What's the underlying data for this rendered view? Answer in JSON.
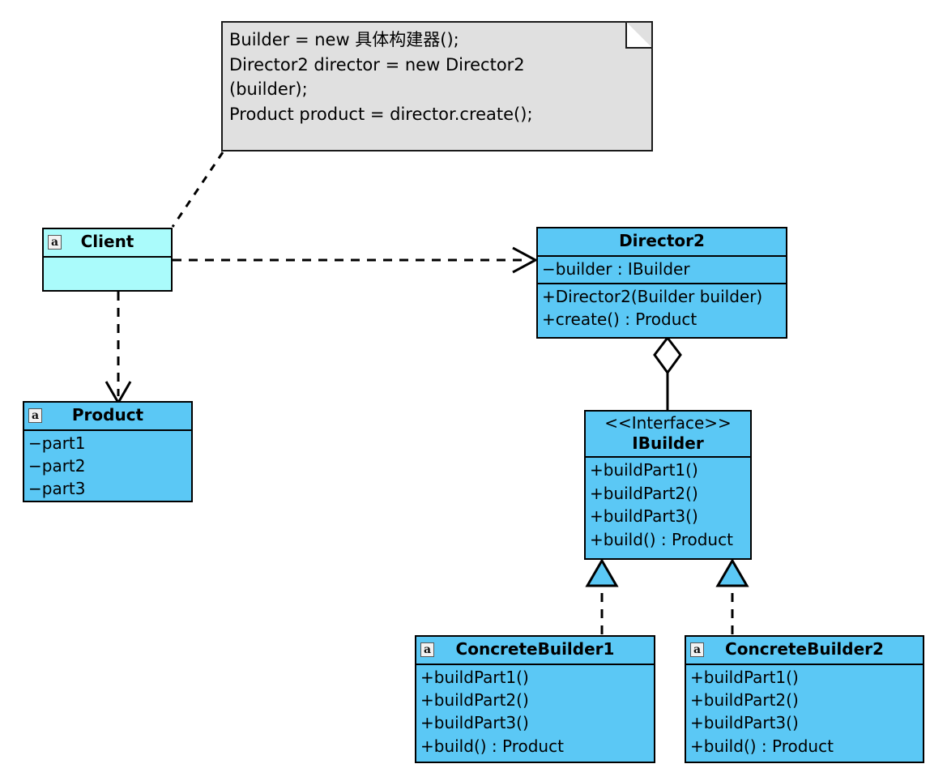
{
  "diagram": {
    "title": "Builder Pattern UML Class Diagram",
    "colors": {
      "class_fill": "#5BC8F5",
      "client_fill": "#AAFBFB",
      "note_fill": "#E0E0E0",
      "stroke": "#000000",
      "background": "#FFFFFF"
    },
    "note": {
      "text": "Builder = new 具体构建器();\nDirector2 director = new Director2\n(builder);\nProduct product = director.create();"
    },
    "classes": {
      "client": {
        "badge": "a",
        "name": "Client",
        "members": []
      },
      "product": {
        "badge": "a",
        "name": "Product",
        "attributes": [
          "−part1",
          "−part2",
          "−part3"
        ]
      },
      "director2": {
        "name": "Director2",
        "attributes": [
          "−builder : IBuilder"
        ],
        "operations": [
          "+Director2(Builder builder)",
          "+create() : Product"
        ]
      },
      "ibuilder": {
        "stereotype": "<<Interface>>",
        "name": "IBuilder",
        "operations": [
          "+buildPart1()",
          "+buildPart2()",
          "+buildPart3()",
          "+build() : Product"
        ]
      },
      "concrete_builder_1": {
        "badge": "a",
        "name": "ConcreteBuilder1",
        "operations": [
          "+buildPart1()",
          "+buildPart2()",
          "+buildPart3()",
          "+build() : Product"
        ]
      },
      "concrete_builder_2": {
        "badge": "a",
        "name": "ConcreteBuilder2",
        "operations": [
          "+buildPart1()",
          "+buildPart2()",
          "+buildPart3()",
          "+build() : Product"
        ]
      }
    },
    "relations": [
      {
        "id": "note-to-client",
        "from": "note",
        "to": "Client",
        "style": "dashed",
        "arrow": "none",
        "label": ""
      },
      {
        "id": "client-to-director2",
        "from": "Client",
        "to": "Director2",
        "style": "dashed",
        "arrow": "open",
        "label": ""
      },
      {
        "id": "client-to-product",
        "from": "Client",
        "to": "Product",
        "style": "dashed",
        "arrow": "open",
        "label": ""
      },
      {
        "id": "director2-to-ibuilder",
        "from": "Director2",
        "to": "IBuilder",
        "style": "solid",
        "arrow": "hollow-diamond",
        "label": ""
      },
      {
        "id": "concretebuilder1-to-ibuilder",
        "from": "ConcreteBuilder1",
        "to": "IBuilder",
        "style": "dashed",
        "arrow": "hollow-triangle",
        "label": ""
      },
      {
        "id": "concretebuilder2-to-ibuilder",
        "from": "ConcreteBuilder2",
        "to": "IBuilder",
        "style": "dashed",
        "arrow": "hollow-triangle",
        "label": ""
      }
    ]
  }
}
